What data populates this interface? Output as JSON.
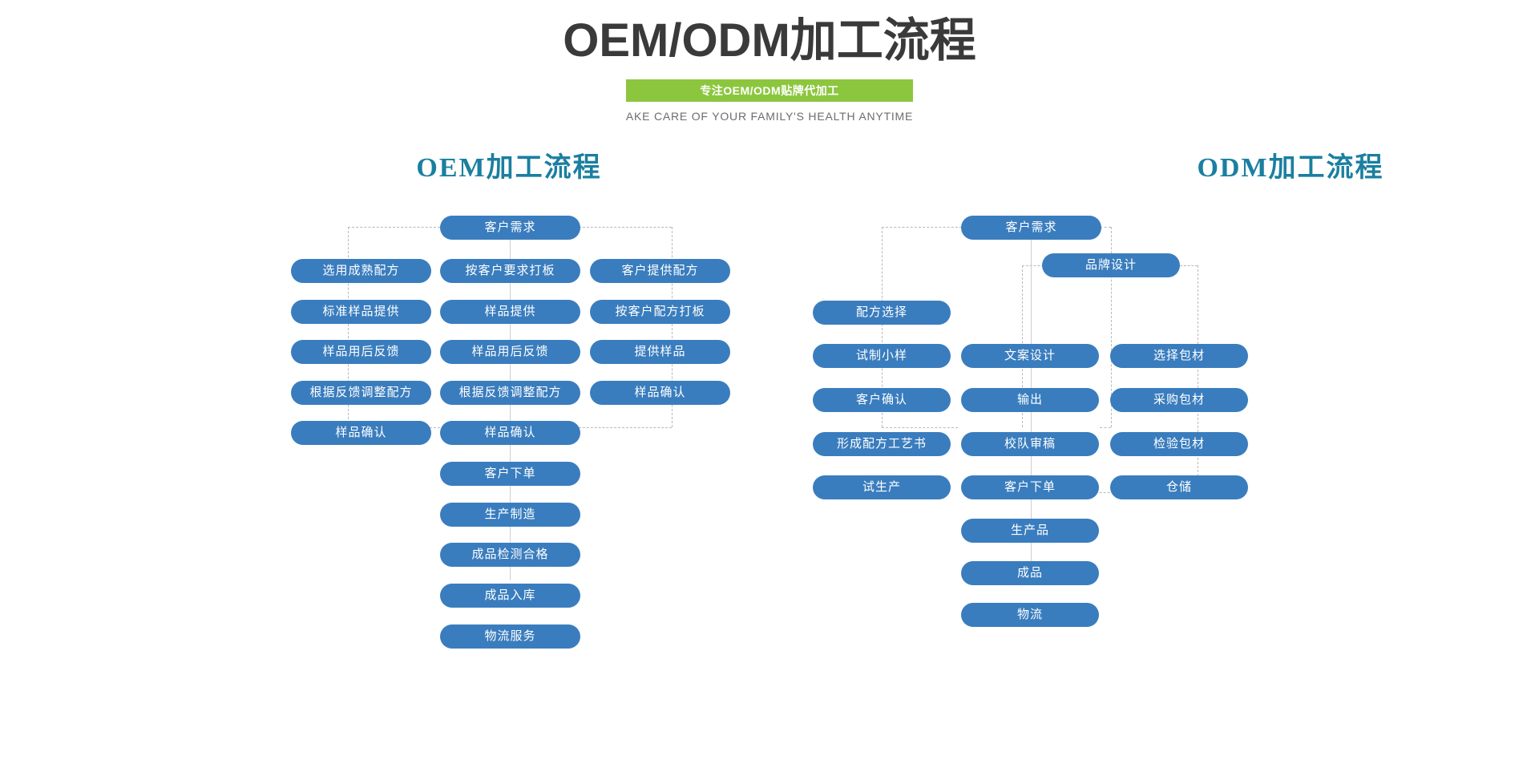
{
  "header": {
    "title": "OEM/ODM加工流程",
    "banner": "专注OEM/ODM贴牌代加工",
    "subtitle_en": "AKE CARE OF YOUR FAMILY'S HEALTH ANYTIME",
    "banner_color": "#8cc63e",
    "title_color": "#3a3a3a"
  },
  "theme": {
    "pill_color": "#3a7dbe",
    "section_title_color": "#1a7fa0",
    "connector_color": "#b9b9b9"
  },
  "oem": {
    "title": "OEM加工流程",
    "root": "客户需求",
    "left_branch": [
      "选用成熟配方",
      "标准样品提供",
      "样品用后反馈",
      "根据反馈调整配方",
      "样品确认"
    ],
    "middle_branch": [
      "按客户要求打板",
      "样品提供",
      "样品用后反馈",
      "根据反馈调整配方",
      "样品确认"
    ],
    "right_branch": [
      "客户提供配方",
      "按客户配方打板",
      "提供样品",
      "样品确认"
    ],
    "tail": [
      "客户下单",
      "生产制造",
      "成品检测合格",
      "成品入库",
      "物流服务"
    ]
  },
  "odm": {
    "title": "ODM加工流程",
    "root": "客户需求",
    "brand_design": "品牌设计",
    "left_branch": [
      "配方选择",
      "试制小样",
      "客户确认",
      "形成配方工艺书",
      "试生产"
    ],
    "middle_branch": [
      "文案设计",
      "输出",
      "校队审稿",
      "客户下单"
    ],
    "right_branch": [
      "选择包材",
      "采购包材",
      "检验包材",
      "仓储"
    ],
    "tail": [
      "生产品",
      "成品",
      "物流"
    ]
  }
}
